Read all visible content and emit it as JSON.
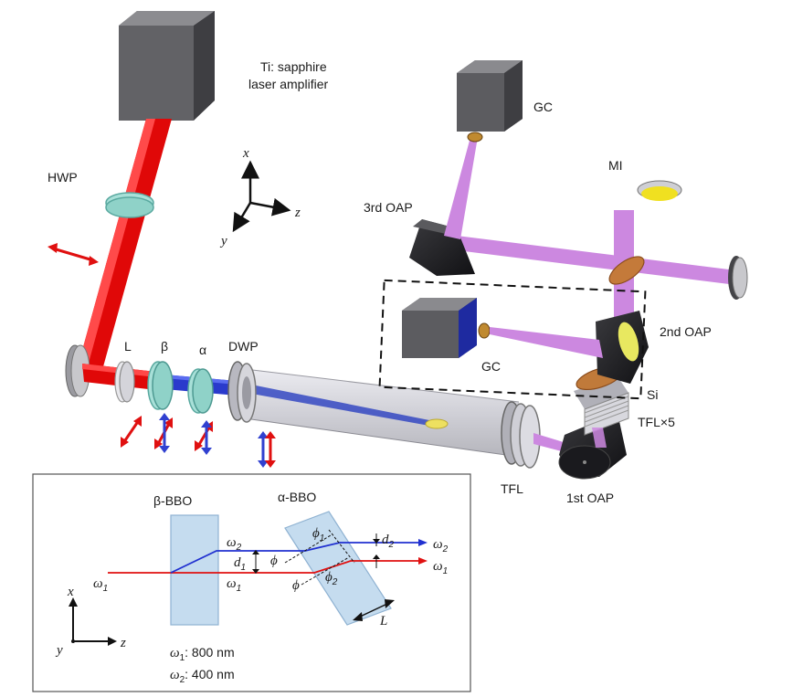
{
  "labels": {
    "laser_line1": "Ti: sapphire",
    "laser_line2": "laser amplifier",
    "hwp": "HWP",
    "l": "L",
    "beta": "β",
    "alpha": "α",
    "dwp": "DWP",
    "tfl": "TFL",
    "oap1": "1st OAP",
    "oap2": "2nd OAP",
    "oap3": "3rd OAP",
    "tfl5": "TFL×5",
    "si": "Si",
    "mi": "MI",
    "gc_top": "GC",
    "gc_mid": "GC"
  },
  "axes_top": {
    "x": "x",
    "y": "y",
    "z": "z"
  },
  "inset": {
    "beta_bbo": "β-BBO",
    "alpha_bbo": "α-BBO",
    "omega1": "ω1",
    "omega2": "ω2",
    "d1": "d1",
    "d2": "d2",
    "phi": "ϕ",
    "phi1": "ϕ1",
    "phi2": "ϕ2",
    "L": "L",
    "legend1": "ω1: 800 nm",
    "legend2": "ω2: 400 nm",
    "axes": {
      "x": "x",
      "y": "y",
      "z": "z"
    }
  },
  "colors": {
    "red_beam": "#e01010",
    "blue_beam": "#2030d0",
    "violet_beam": "#cc88e0",
    "housing": "#55555a",
    "glass": "#9fd8d0"
  }
}
